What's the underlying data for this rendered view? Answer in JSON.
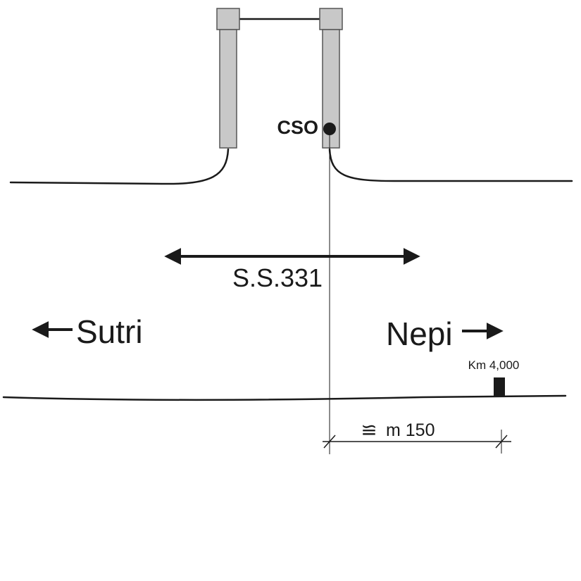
{
  "labels": {
    "station": "CSO",
    "road": "S.S.331",
    "west": "Sutri",
    "east": "Nepi",
    "milestone": "Km 4,000",
    "distance_symbol": "≌",
    "distance": "m 150"
  },
  "colors": {
    "ink": "#1a1a1a",
    "pillar_fill": "#c8c8c8",
    "pillar_stroke": "#555555",
    "background": "#ffffff"
  }
}
